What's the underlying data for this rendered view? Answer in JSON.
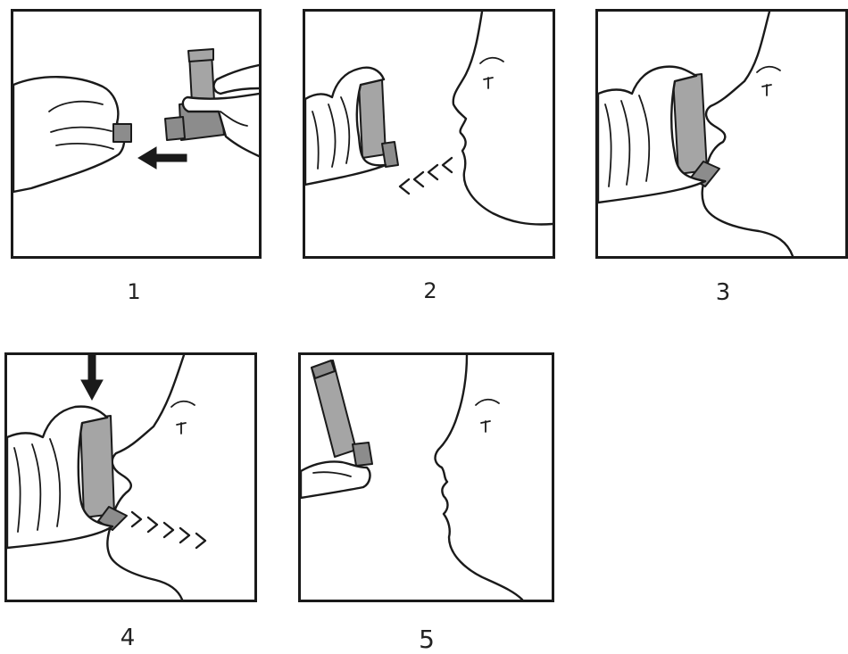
{
  "steps": [
    {
      "number": "1",
      "icons": [
        "hand-icon",
        "inhaler-icon",
        "cap-icon",
        "arrow-left-icon"
      ]
    },
    {
      "number": "2",
      "icons": [
        "face-profile-icon",
        "hand-icon",
        "inhaler-icon",
        "exhale-chevrons-icon"
      ]
    },
    {
      "number": "3",
      "icons": [
        "face-profile-icon",
        "hand-icon",
        "inhaler-icon"
      ]
    },
    {
      "number": "4",
      "icons": [
        "face-profile-icon",
        "hand-icon",
        "inhaler-icon",
        "arrow-down-icon",
        "inhale-chevrons-icon"
      ]
    },
    {
      "number": "5",
      "icons": [
        "face-profile-icon",
        "hand-icon",
        "inhaler-icon"
      ]
    }
  ],
  "colors": {
    "ink": "#1a1a1a",
    "device": "#8c8c8c",
    "background": "#ffffff"
  }
}
